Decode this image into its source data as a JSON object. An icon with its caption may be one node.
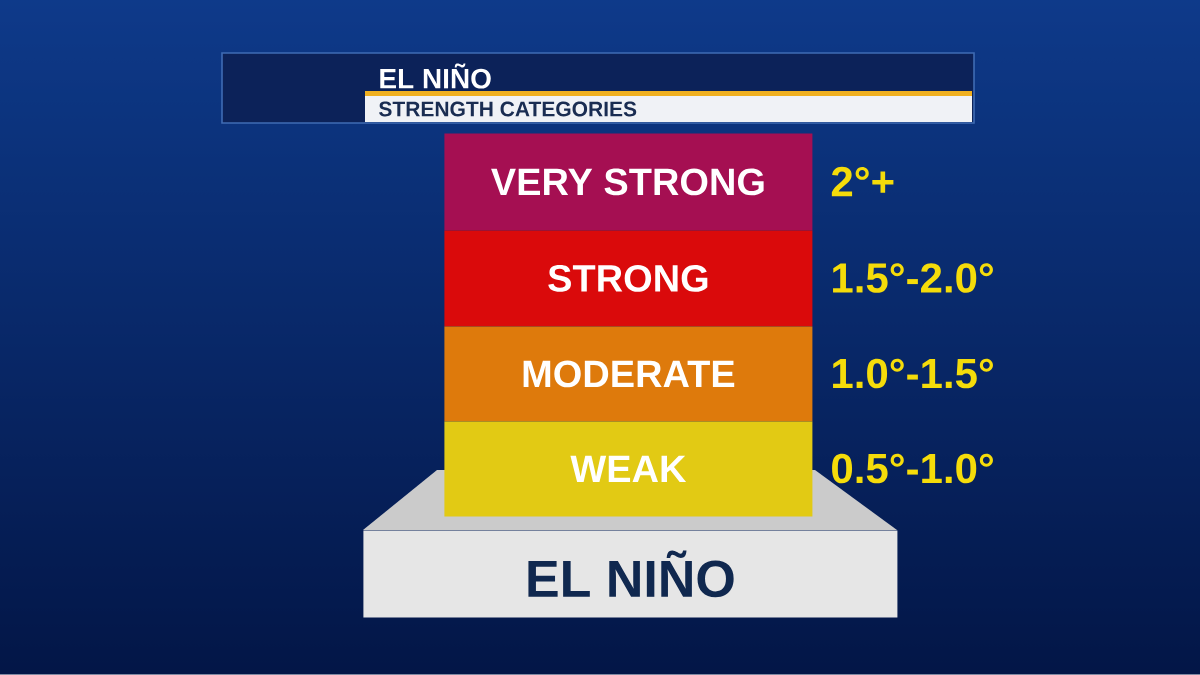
{
  "diagram": {
    "title": "EL NIÑO",
    "nodes": [
      {
        "text": [
          "VERY STRONG"
        ],
        "beside": [
          "2°+"
        ]
      },
      {
        "text": [
          "STRONG"
        ],
        "beside": [
          "1.5°-2.0°"
        ]
      },
      {
        "text": [
          "MODERATE"
        ],
        "beside": [
          "1.0°-1.5°"
        ]
      },
      {
        "text": [
          "WEAK"
        ],
        "beside": [
          "0.5°-1.0°"
        ]
      },
      {
        "text": [
          "EL NIÑO"
        ]
      }
    ],
    "labels": [
      "STRENGTH CATEGORIES"
    ]
  }
}
